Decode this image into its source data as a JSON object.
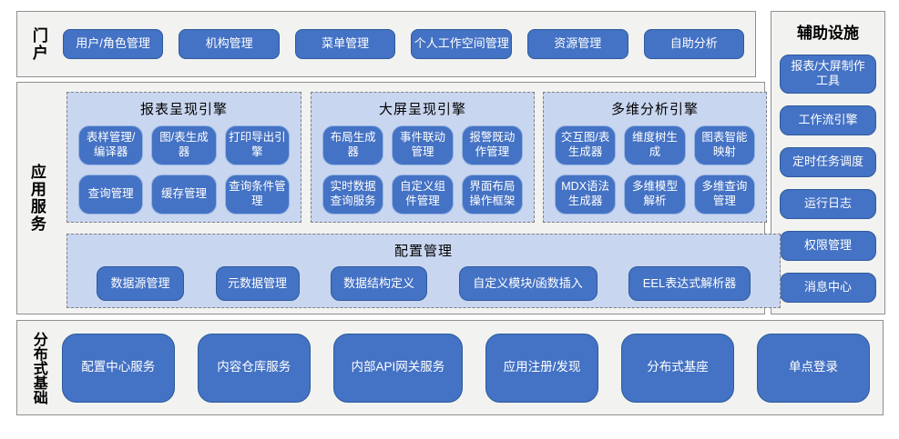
{
  "portal": {
    "label": "门户",
    "buttons": [
      "用户/角色管理",
      "机构管理",
      "菜单管理",
      "个人工作空间管理",
      "资源管理",
      "自助分析"
    ]
  },
  "app": {
    "label": "应用服务",
    "engines": [
      {
        "title": "报表呈现引擎",
        "buttons": [
          "表样管理/编译器",
          "图/表生成器",
          "打印导出引擎",
          "查询管理",
          "缓存管理",
          "查询条件管理"
        ]
      },
      {
        "title": "大屏呈现引擎",
        "buttons": [
          "布局生成器",
          "事件联动管理",
          "报警既动作管理",
          "实时数据查询服务",
          "自定义组件管理",
          "界面布局操作框架"
        ]
      },
      {
        "title": "多维分析引擎",
        "buttons": [
          "交互图/表生成器",
          "维度树生成",
          "图表智能映射",
          "MDX语法生成器",
          "多维模型解析",
          "多维查询管理"
        ]
      }
    ],
    "config": {
      "title": "配置管理",
      "buttons": [
        "数据源管理",
        "元数据管理",
        "数据结构定义",
        "自定义模块/函数插入",
        "EEL表达式解析器"
      ]
    }
  },
  "aux": {
    "label": "辅助设施",
    "buttons": [
      "报表/大屏制作工具",
      "工作流引擎",
      "定时任务调度",
      "运行日志",
      "权限管理",
      "消息中心"
    ]
  },
  "base": {
    "label": "分布式基础",
    "buttons": [
      "配置中心服务",
      "内容仓库服务",
      "内部API网关服务",
      "应用注册/发现",
      "分布式基座",
      "单点登录"
    ]
  },
  "colors": {
    "node_fill": "#4472C4",
    "node_border_dark": "#2E5B9B",
    "node_border_light": "#94B3E0",
    "panel_bg": "#F2F2F0",
    "panel_border": "#8F8F8F",
    "engine_bg": "#C9D6F0",
    "engine_border_dashed": "#7F7F7F",
    "text_on_node": "#FFFFFF"
  }
}
